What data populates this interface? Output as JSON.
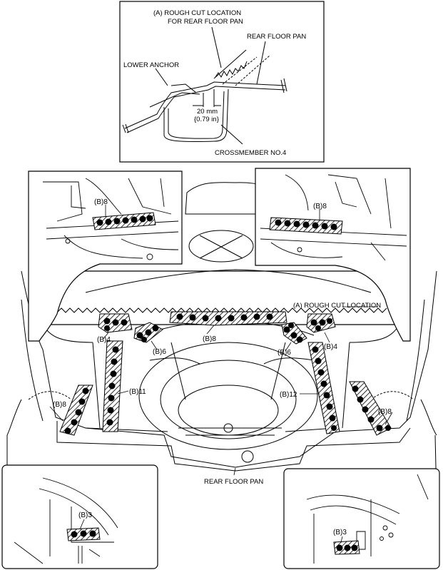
{
  "detail": {
    "rough_cut_a_line1": "(A) ROUGH CUT LOCATION",
    "rough_cut_a_line2": "FOR REAR FLOOR PAN",
    "rear_floor_pan": "REAR FLOOR PAN",
    "lower_anchor": "LOWER ANCHOR",
    "dimension_mm": "20 mm",
    "dimension_in": "{0.79 in}",
    "crossmember": "CROSSMEMBER NO.4"
  },
  "main": {
    "rough_cut_location": "(A) ROUGH CUT LOCATION",
    "rear_floor_pan": "REAR FLOOR PAN"
  },
  "spot_welds": {
    "inset_top_left": "(B)8",
    "inset_top_right": "(B)8",
    "left_outer_4": "(B)4",
    "left_6": "(B)6",
    "center_8": "(B)8",
    "right_6": "(B)6",
    "right_outer_4": "(B)4",
    "left_11": "(B)11",
    "right_12": "(B)12",
    "left_side_8": "(B)8",
    "right_side_8": "(B)8",
    "inset_bottom_left": "(B)3",
    "inset_bottom_right": "(B)3"
  },
  "colors": {
    "line": "#000000",
    "background": "#ffffff",
    "weld_fill": "#000000"
  }
}
